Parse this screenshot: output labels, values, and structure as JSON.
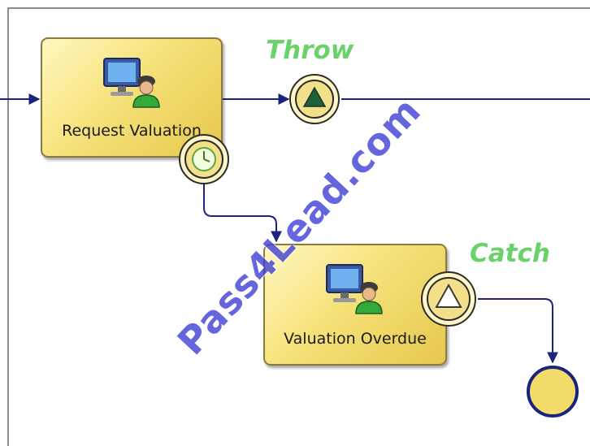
{
  "diagram": {
    "tasks": [
      {
        "id": "request",
        "label": "Request Valuation",
        "icon": "user-computer-icon"
      },
      {
        "id": "overdue",
        "label": "Valuation Overdue",
        "icon": "user-computer-icon"
      }
    ],
    "flow_labels": {
      "throw": "Throw",
      "catch": "Catch"
    },
    "events": [
      {
        "id": "throw-event",
        "type": "intermediate-throw-signal",
        "icon": "filled-triangle-icon"
      },
      {
        "id": "timer-event",
        "type": "boundary-timer",
        "icon": "clock-icon"
      },
      {
        "id": "catch-event",
        "type": "boundary-catch-signal",
        "icon": "outline-triangle-icon"
      },
      {
        "id": "end-event",
        "type": "end",
        "icon": "circle-icon"
      }
    ],
    "colors": {
      "task_fill": "#f6e27a",
      "flow_line": "#1a237e",
      "label_green": "#6ad26a",
      "watermark": "#3b3bd6"
    }
  },
  "watermark": "Pass4Lead.com"
}
